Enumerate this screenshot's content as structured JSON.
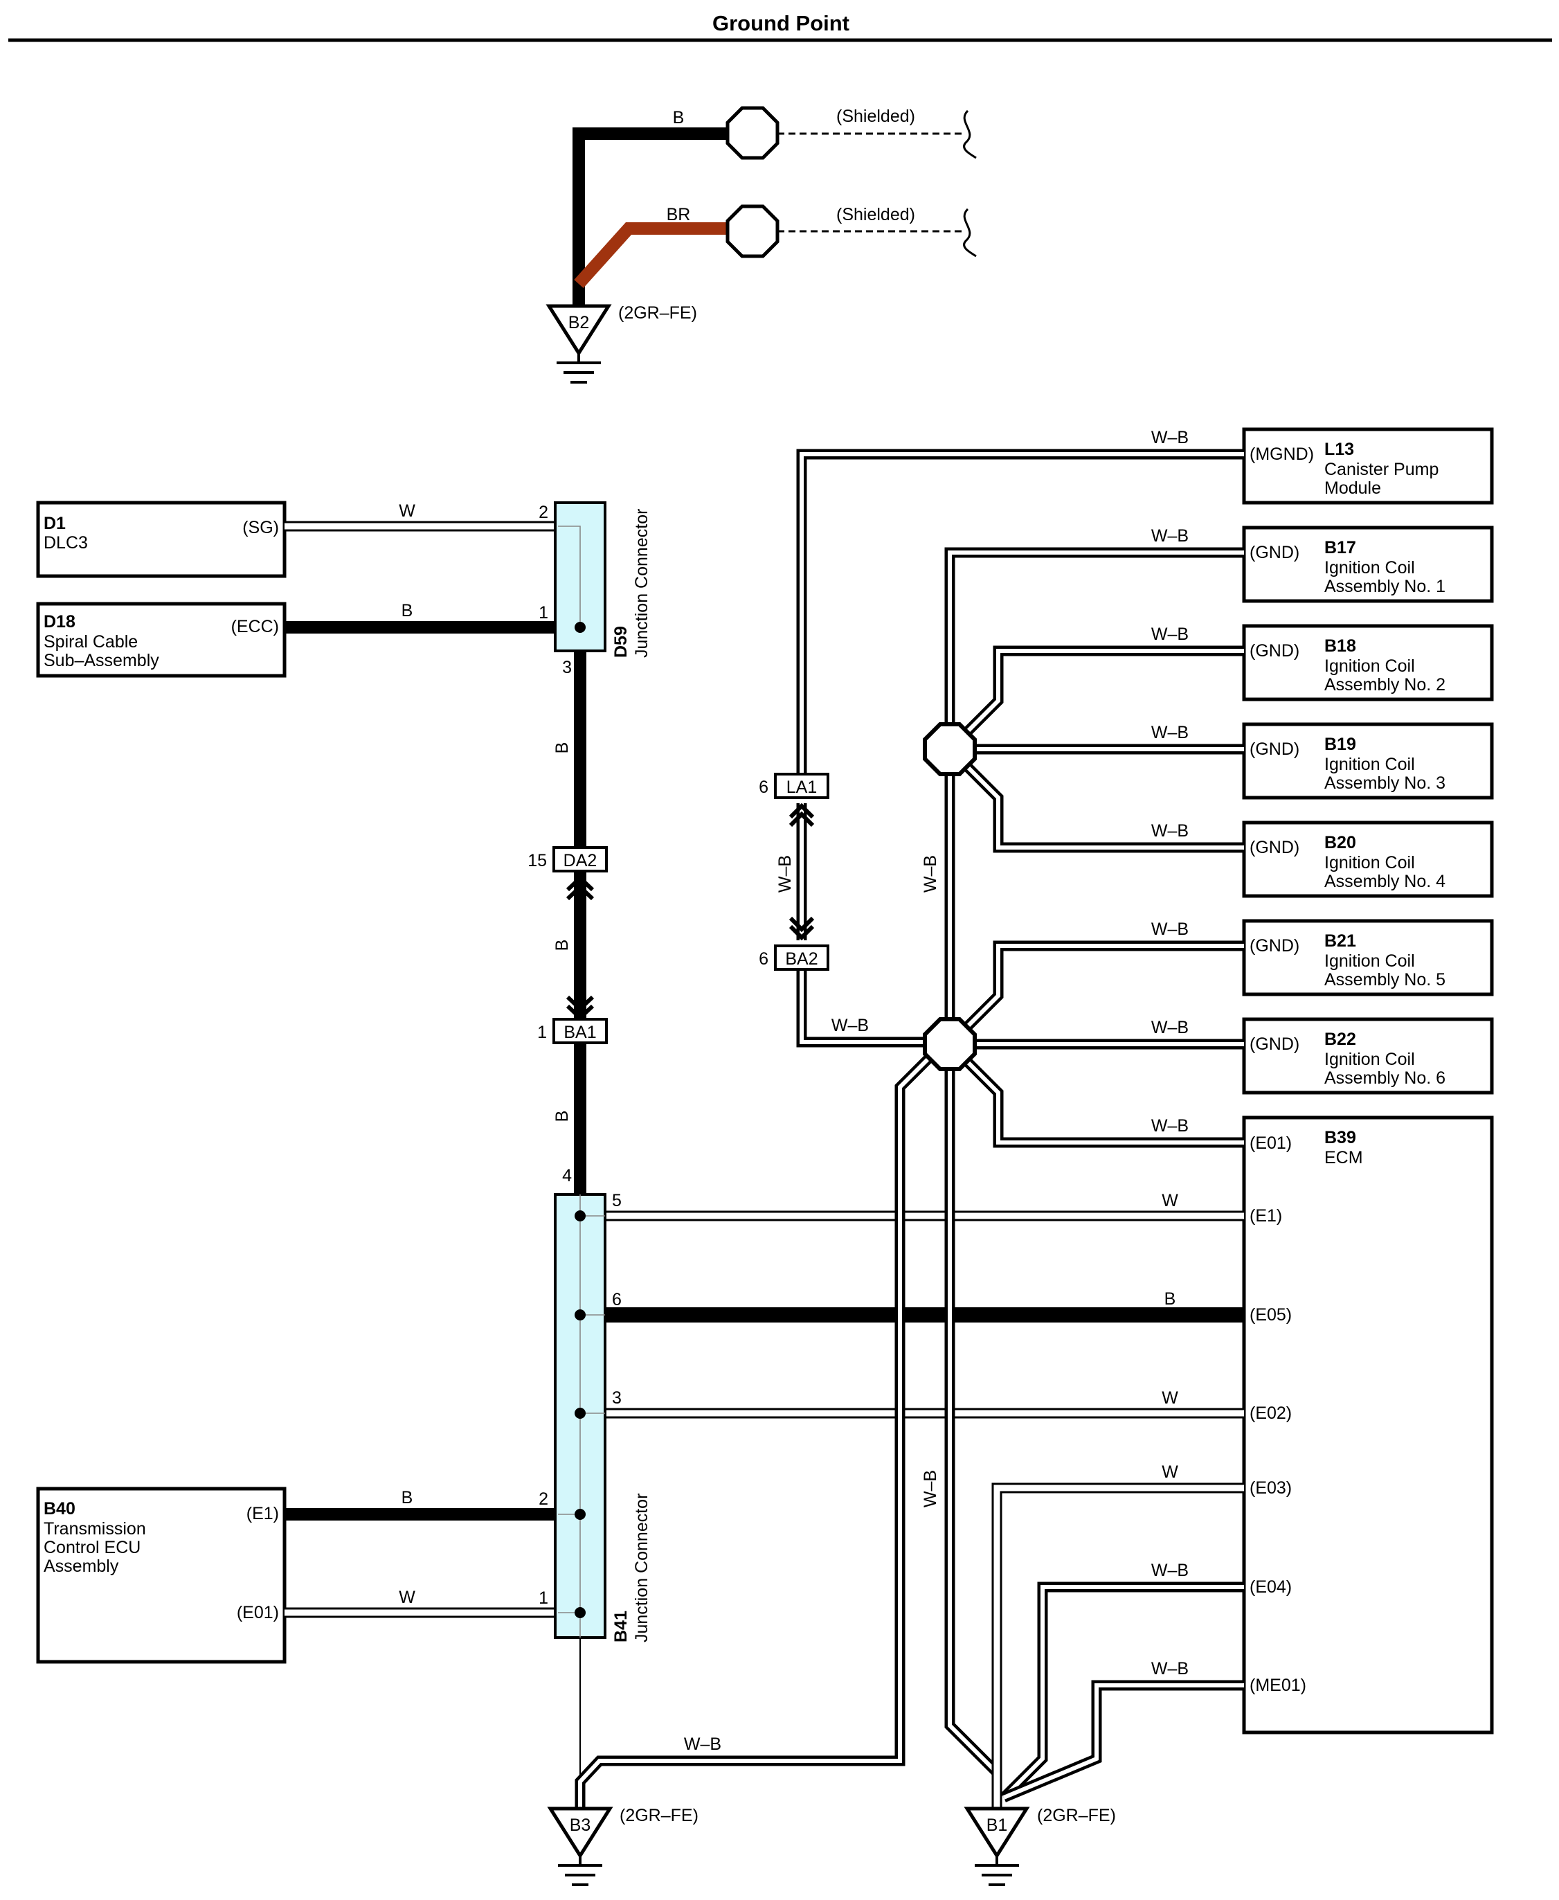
{
  "title": "Ground Point",
  "wire_colors": {
    "black": "#000000",
    "brown": "#a0330f",
    "junction_fill": "#d4f7fb"
  },
  "top_section": {
    "wire_b": "B",
    "wire_br": "BR",
    "shielded_1": "(Shielded)",
    "shielded_2": "(Shielded)",
    "ground_b2": "B2",
    "ground_b2_engine": "(2GR–FE)"
  },
  "components": {
    "d1": {
      "code": "D1",
      "name": "DLC3",
      "pin": "(SG)"
    },
    "d18": {
      "code": "D18",
      "name_1": "Spiral Cable",
      "name_2": "Sub–Assembly",
      "pin": "(ECC)"
    },
    "b40": {
      "code": "B40",
      "name_1": "Transmission",
      "name_2": "Control ECU",
      "name_3": "Assembly",
      "pin_e1": "(E1)",
      "pin_e01": "(E01)"
    },
    "l13": {
      "code": "L13",
      "name_1": "Canister Pump",
      "name_2": "Module",
      "pin": "(MGND)"
    },
    "b17": {
      "code": "B17",
      "name_1": "Ignition Coil",
      "name_2": "Assembly No.  1",
      "pin": "(GND)"
    },
    "b18": {
      "code": "B18",
      "name_1": "Ignition Coil",
      "name_2": "Assembly No.  2",
      "pin": "(GND)"
    },
    "b19": {
      "code": "B19",
      "name_1": "Ignition Coil",
      "name_2": "Assembly No.  3",
      "pin": "(GND)"
    },
    "b20": {
      "code": "B20",
      "name_1": "Ignition Coil",
      "name_2": "Assembly No.  4",
      "pin": "(GND)"
    },
    "b21": {
      "code": "B21",
      "name_1": "Ignition Coil",
      "name_2": "Assembly No.  5",
      "pin": "(GND)"
    },
    "b22": {
      "code": "B22",
      "name_1": "Ignition Coil",
      "name_2": "Assembly No.  6",
      "pin": "(GND)"
    },
    "b39": {
      "code": "B39",
      "name": "ECM",
      "pins": [
        "(E01)",
        "(E1)",
        "(E05)",
        "(E02)",
        "(E03)",
        "(E04)",
        "(ME01)"
      ]
    }
  },
  "junctions": {
    "d59": {
      "code": "D59",
      "name": "Junction Connector",
      "pins": [
        "2",
        "1",
        "3"
      ]
    },
    "b41": {
      "code": "B41",
      "name": "Junction Connector",
      "pins": [
        "4",
        "5",
        "6",
        "3",
        "2",
        "1"
      ]
    }
  },
  "connectors": {
    "da2": {
      "code": "DA2",
      "pin": "15"
    },
    "ba1": {
      "code": "BA1",
      "pin": "1"
    },
    "la1": {
      "code": "LA1",
      "pin": "6"
    },
    "ba2": {
      "code": "BA2",
      "pin": "6"
    }
  },
  "wire_labels": {
    "w": "W",
    "b": "B",
    "wb": "W–B"
  },
  "grounds": {
    "b3": {
      "code": "B3",
      "engine": "(2GR–FE)"
    },
    "b1": {
      "code": "B1",
      "engine": "(2GR–FE)"
    }
  }
}
